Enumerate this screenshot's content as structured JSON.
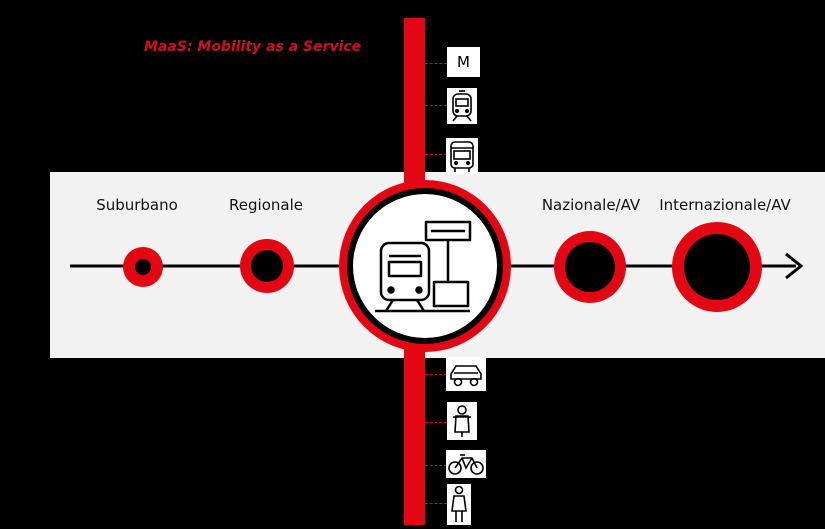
{
  "caption": "MaaS: Mobility as a Service",
  "levels": [
    {
      "label": "Suburbano"
    },
    {
      "label": "Regionale"
    },
    {
      "label": "Nazionale/AV"
    },
    {
      "label": "Internazionale/AV"
    }
  ],
  "modes_top": [
    {
      "id": "metro",
      "text": "M",
      "icon": "metro-icon"
    },
    {
      "id": "train",
      "icon": "train-icon"
    },
    {
      "id": "bus",
      "icon": "bus-icon"
    }
  ],
  "modes_bottom": [
    {
      "id": "car",
      "icon": "car-icon"
    },
    {
      "id": "scooter",
      "icon": "scooter-icon"
    },
    {
      "id": "bike",
      "icon": "bicycle-icon"
    },
    {
      "id": "pedestrian",
      "icon": "pedestrian-icon"
    }
  ],
  "hub_icon": "station-icon",
  "colors": {
    "accent": "#e30613",
    "band": "#f2f2f2",
    "background": "#000000"
  }
}
